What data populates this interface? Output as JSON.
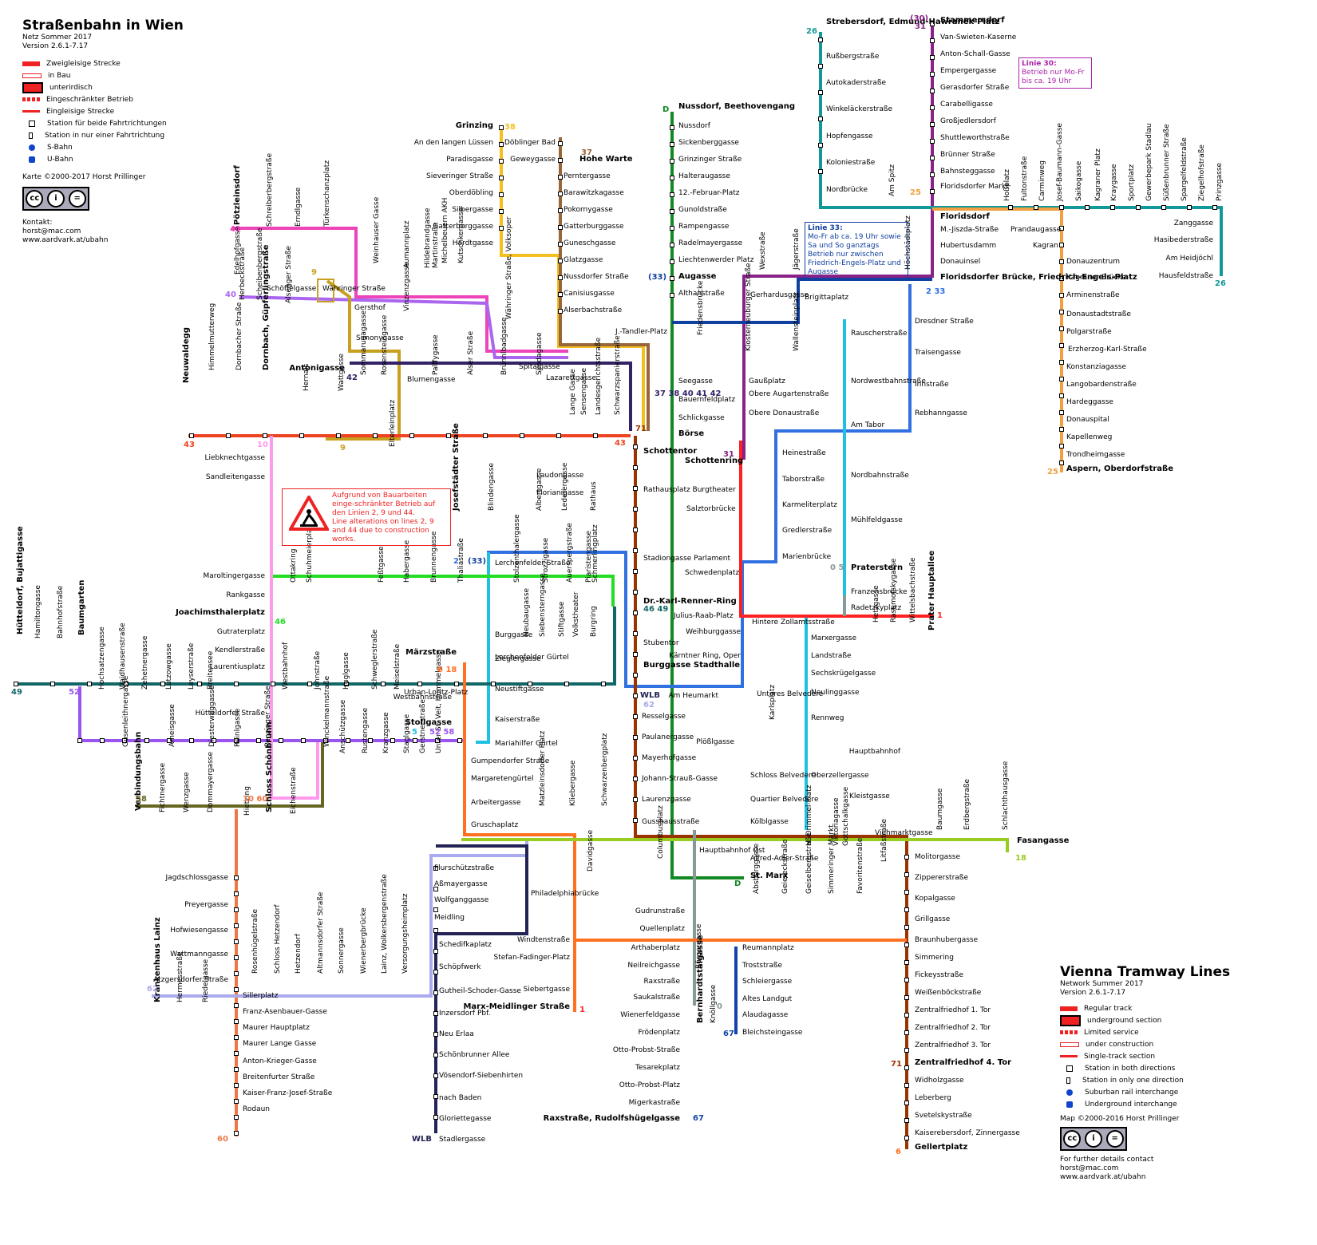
{
  "header": {
    "title": "Straßenbahn in Wien",
    "network": "Netz Sommer 2017",
    "version": "Version 2.6.1-7.17",
    "copyright": "Karte ©2000-2017 Horst Prillinger",
    "contact_label": "Kontakt:",
    "email": "horst@mac.com",
    "url": "www.aardvark.at/ubahn"
  },
  "legend_de": [
    {
      "label": "Zweigleisige Strecke",
      "style": "double"
    },
    {
      "label": "in Bau",
      "style": "construction"
    },
    {
      "label": "unterirdisch",
      "style": "underground"
    },
    {
      "label": "Eingeschränkter Betrieb",
      "style": "limited"
    },
    {
      "label": "Eingleisige Strecke",
      "style": "single"
    },
    {
      "label": "Station für beide Fahrtrichtungen",
      "style": "station-both"
    },
    {
      "label": "Station in nur einer Fahrtrichtung",
      "style": "station-one"
    },
    {
      "label": "S-Bahn",
      "style": "sbahn"
    },
    {
      "label": "U-Bahn",
      "style": "ubahn"
    }
  ],
  "footer": {
    "title": "Vienna Tramway Lines",
    "network": "Network Summer 2017",
    "version": "Version 2.6.1-7.17",
    "copyright": "Map ©2000-2016 Horst Prillinger",
    "details": "For further details contact",
    "email": "horst@mac.com",
    "url": "www.aardvark.at/ubahn"
  },
  "legend_en": [
    {
      "label": "Regular track",
      "style": "double"
    },
    {
      "label": "underground section",
      "style": "underground"
    },
    {
      "label": "Limited service",
      "style": "limited"
    },
    {
      "label": "under construction",
      "style": "construction"
    },
    {
      "label": "Single-track section",
      "style": "single"
    },
    {
      "label": "Station in both directions",
      "style": "station-both"
    },
    {
      "label": "Station in only one direction",
      "style": "station-one"
    },
    {
      "label": "Suburban rail interchange",
      "style": "sbahn"
    },
    {
      "label": "Underground interchange",
      "style": "ubahn"
    }
  ],
  "cc_badge": {
    "by": "BY",
    "nd": "ND"
  },
  "notes": {
    "linie30_title": "Linie 30:",
    "linie30_text": "Betrieb nur Mo-Fr bis ca. 19 Uhr",
    "linie33_title": "Linie 33:",
    "linie33_text": "Mo-Fr ab ca. 19 Uhr sowie Sa und So ganztags Betrieb nur zwischen Friedrich-Engels-Platz und Augasse",
    "construction_de": "Aufgrund von Bauarbeiten einge-schränkter Betrieb auf den Linien 2, 9 und 44.",
    "construction_en": "Line alterations on lines 2, 9 and 44 due to construction works."
  },
  "colors": {
    "l1": "#ff2020",
    "l2": "#3070e0",
    "l5": "#20c0e0",
    "l6": "#ff7020",
    "l9": "#c8a020",
    "l10": "#ff99ee",
    "l18": "#99cc22",
    "l25": "#f0a040",
    "l26": "#119999",
    "l30": "#882288",
    "l31": "#882288",
    "l33": "#1040a0",
    "l37": "#99663a",
    "l38": "#f4c020",
    "l40": "#aa66ee",
    "l41": "#ee44bb",
    "l42": "#332266",
    "l43": "#ee4422",
    "l44": "#333366",
    "l46": "#22dd22",
    "l49": "#116666",
    "l52": "#9955ee",
    "l58": "#666622",
    "l60": "#ee7744",
    "l62": "#aaaaee",
    "l67": "#1144aa",
    "l71": "#993300",
    "lD": "#118822",
    "lO": "#889999",
    "lWLB": "#222255"
  },
  "lines": [
    {
      "id": "41",
      "color_key": "l41"
    },
    {
      "id": "40",
      "color_key": "l40"
    },
    {
      "id": "9",
      "color_key": "l9"
    },
    {
      "id": "42",
      "color_key": "l42"
    },
    {
      "id": "43",
      "color_key": "l43"
    },
    {
      "id": "38",
      "color_key": "l38"
    },
    {
      "id": "37",
      "color_key": "l37"
    },
    {
      "id": "D",
      "color_key": "lD"
    },
    {
      "id": "31",
      "color_key": "l31"
    },
    {
      "id": "26",
      "color_key": "l26"
    },
    {
      "id": "25",
      "color_key": "l25"
    },
    {
      "id": "2",
      "color_key": "l2"
    },
    {
      "id": "33",
      "color_key": "l33"
    },
    {
      "id": "5",
      "color_key": "l5"
    },
    {
      "id": "1",
      "color_key": "l1"
    },
    {
      "id": "O",
      "color_key": "lO"
    },
    {
      "id": "71",
      "color_key": "l71"
    },
    {
      "id": "46",
      "color_key": "l46"
    },
    {
      "id": "49",
      "color_key": "l49"
    },
    {
      "id": "52",
      "color_key": "l52"
    },
    {
      "id": "58",
      "color_key": "l58"
    },
    {
      "id": "10",
      "color_key": "l10"
    },
    {
      "id": "60",
      "color_key": "l60"
    },
    {
      "id": "62",
      "color_key": "l62"
    },
    {
      "id": "6",
      "color_key": "l6"
    },
    {
      "id": "18",
      "color_key": "l18"
    },
    {
      "id": "67",
      "color_key": "l67"
    },
    {
      "id": "WLB",
      "color_key": "lWLB"
    }
  ],
  "line_terminals": [
    {
      "label": "41",
      "color_key": "l41"
    },
    {
      "label": "40",
      "color_key": "l40"
    },
    {
      "label": "9",
      "color_key": "l9"
    },
    {
      "label": "42",
      "color_key": "l42"
    },
    {
      "label": "43",
      "color_key": "l43"
    },
    {
      "label": "38",
      "color_key": "l38"
    },
    {
      "label": "37",
      "color_key": "l37"
    },
    {
      "label": "D",
      "color_key": "lD"
    },
    {
      "label": "(33)",
      "color_key": "l33"
    },
    {
      "label": "26",
      "color_key": "l26"
    },
    {
      "label": "(30)",
      "color_key": "l30"
    },
    {
      "label": "31",
      "color_key": "l31"
    },
    {
      "label": "25",
      "color_key": "l25"
    },
    {
      "label": "2 33",
      "color_key": "l2"
    },
    {
      "label": "26",
      "color_key": "l26"
    },
    {
      "label": "25",
      "color_key": "l25"
    },
    {
      "label": "37 38 40 41 42",
      "color_key": "l42"
    },
    {
      "label": "71",
      "color_key": "l71"
    },
    {
      "label": "31",
      "color_key": "l31"
    },
    {
      "label": "43",
      "color_key": "l43"
    },
    {
      "label": "10",
      "color_key": "l10"
    },
    {
      "label": "9",
      "color_key": "l9"
    },
    {
      "label": "2",
      "color_key": "l2"
    },
    {
      "label": "(33)",
      "color_key": "l33"
    },
    {
      "label": "46",
      "color_key": "l46"
    },
    {
      "label": "46 49",
      "color_key": "l49"
    },
    {
      "label": "49",
      "color_key": "l49"
    },
    {
      "label": "52",
      "color_key": "l52"
    },
    {
      "label": "6 18",
      "color_key": "l6"
    },
    {
      "label": "5",
      "color_key": "l5"
    },
    {
      "label": "52 58",
      "color_key": "l52"
    },
    {
      "label": "0 5",
      "color_key": "lO"
    },
    {
      "label": "1",
      "color_key": "l1"
    },
    {
      "label": "58",
      "color_key": "l58"
    },
    {
      "label": "10 60",
      "color_key": "l60"
    },
    {
      "label": "WLB",
      "color_key": "lWLB"
    },
    {
      "label": "62",
      "color_key": "l62"
    },
    {
      "label": "D",
      "color_key": "lD"
    },
    {
      "label": "18",
      "color_key": "l18"
    },
    {
      "label": "1",
      "color_key": "l1"
    },
    {
      "label": "0",
      "color_key": "lO"
    },
    {
      "label": "67",
      "color_key": "l67"
    },
    {
      "label": "71",
      "color_key": "l71"
    },
    {
      "label": "62",
      "color_key": "l62"
    },
    {
      "label": "60",
      "color_key": "l60"
    },
    {
      "label": "WLB",
      "color_key": "lWLB"
    },
    {
      "label": "67",
      "color_key": "l67"
    },
    {
      "label": "6",
      "color_key": "l6"
    }
  ],
  "stations": [
    "Pötzleinsdorf",
    "Schreiberbergstraße",
    "Erndlgasse",
    "Türkenschanzplatz",
    "Grinzing",
    "An den langen Lüssen",
    "Paradisgasse",
    "Sieveringer Straße",
    "Oberdöbling",
    "Silbergasse",
    "Gatterburggasse",
    "Hardtgasse",
    "Döblinger Bad",
    "Geweygasse",
    "Hohe Warte",
    "Perntergasse",
    "Barawitzkagasse",
    "Pokornygasse",
    "Gatterburggasse",
    "Guneschgasse",
    "Glatzgasse",
    "Nussdorfer Straße",
    "Canisiusgasse",
    "Alserbachstraße",
    "Nussdorf, Beethovengang",
    "Nussdorf",
    "Sickenberggasse",
    "Grinzinger Straße",
    "Halteraugasse",
    "12.-Februar-Platz",
    "Gunoldstraße",
    "Rampengasse",
    "Radelmayergasse",
    "Liechtenwerder Platz",
    "Augasse",
    "Althanstraße",
    "Strebersdorf, Edmund-Hawranek-Platz",
    "Rußbergstraße",
    "Autokaderstraße",
    "Winkeläckerstraße",
    "Hopfengasse",
    "Koloniestraße",
    "Nordbrücke",
    "Am Spitz",
    "Stammersdorf",
    "Van-Swieten-Kaserne",
    "Anton-Schall-Gasse",
    "Empergergasse",
    "Gerasdorfer Straße",
    "Carabelligasse",
    "Großjedlersdorf",
    "Shuttleworthstraße",
    "Brünner Straße",
    "Bahnsteggasse",
    "Floridsdorfer Markt",
    "Floridsdorf",
    "M.-Jiszda-Straße",
    "Hubertusdamm",
    "Donauinsel",
    "Floridsdorfer Brücke, Friedrich-Engels-Platz",
    "Hoßplatz",
    "Fultonstraße",
    "Carminweg",
    "Josef-Baumann-Gasse",
    "Saikogasse",
    "Kagraner Platz",
    "Kraygasse",
    "Sportplatz",
    "Gewerbepark Stadlau",
    "Süßenbrunner Straße",
    "Spargelfeldstraße",
    "Ziegelhofstraße",
    "Prinzgasse",
    "Prandaugasse",
    "Kagran",
    "Donauzentrum",
    "Kagraner Brücke",
    "Arminenstraße",
    "Donaustadtstraße",
    "Polgarstraße",
    "Erzherzog-Karl-Straße",
    "Konstanziagasse",
    "Langobardenstraße",
    "Hardeggasse",
    "Donauspital",
    "Kapellenweg",
    "Trondheimgasse",
    "Aspern, Oberdorfstraße",
    "Zanggasse",
    "Hasibederstraße",
    "Am Heidjöchl",
    "Hausfeldstraße",
    "Wexstraße",
    "Jägerstraße",
    "Höchstädtplatz",
    "Gerhardusgasse",
    "Brigittaplatz",
    "Dresdner Straße",
    "Traisengasse",
    "Innstraße",
    "Rebhanngasse",
    "Rauscherstraße",
    "Nordwestbahnstraße",
    "Am Tabor",
    "Heinestraße",
    "Taborstraße",
    "Karmeliterplatz",
    "Gredlerstraße",
    "Marienbrücke",
    "Nordbahnstraße",
    "Mühlfeldgasse",
    "Praterstern",
    "Franzensbrücke",
    "Radetzkyplatz",
    "Klosterneuburger Straße",
    "Wallensteinplatz",
    "Gaußplatz",
    "Obere Augartenstraße",
    "Obere Donaustraße",
    "Friedensbrücke",
    "Seegasse",
    "Bauernfeldplatz",
    "Schlickgasse",
    "Börse",
    "Schottentor",
    "Schottenring",
    "J.-Tandler-Platz",
    "Spitalgasse",
    "Lazarettgasse",
    "Sensengasse",
    "Lange Gasse",
    "Landesgerichtsstraße",
    "Schwarzspanierstraße",
    "Währinger Straße, Volksoper",
    "Kutschkergasse",
    "Michelbeuern AKH",
    "Hildebrandgasse",
    "Martinstraße",
    "Aumannplatz",
    "Vinzenzgasse",
    "Weinhauser Gasse",
    "Edelhofgasse",
    "Schöffelgasse",
    "Währinger Straße",
    "Herbeckstraße",
    "Scheibenbergstraße",
    "Alsegger Straße",
    "Gersthof",
    "Simonygasse",
    "Antonigasse",
    "Sommarugagasse",
    "Rosensteingasse",
    "Blumengasse",
    "Palffygasse",
    "Alser Straße",
    "Brünnlbadgasse",
    "Skodagasse",
    "Neuwaldegg",
    "Himmelmutterweg",
    "Dornbacher Straße",
    "Dornbach, Güpferlingstraße",
    "Hernals",
    "Wattgasse",
    "Elterleinplatz",
    "Liebknechtgasse",
    "Sandleitengasse",
    "Laudongasse",
    "Florianigasse",
    "Blindengasse",
    "Albertgasse",
    "Lederergasse",
    "Rathaus",
    "Josefstädter Straße",
    "Lerchenfelder Straße",
    "Rathausplatz Burgtheater",
    "Salztorbrücke",
    "Stadiongasse Parlament",
    "Schwedenplatz",
    "Maroltingergasse",
    "Rankgasse",
    "Joachimsthalerplatz",
    "Ottakring",
    "Schuhmeierplatz",
    "Feßtgasse",
    "Habergasse",
    "Brunnengasse",
    "Thaliastraße",
    "Lerchenfelder Gürtel",
    "Stolzenthalergasse",
    "Strozzigasse",
    "Auerspergstraße",
    "Piaristengasse",
    "Schmerlingplatz",
    "Dr.-Karl-Renner-Ring",
    "Julius-Raab-Platz",
    "Hintere Zollamtsstraße",
    "Marxergasse",
    "Landstraße",
    "Sechskrügelgasse",
    "Neulinggasse",
    "Rennweg",
    "Hetzgasse",
    "Rasumofskygasse",
    "Wittelsbachstraße",
    "Prater Hauptallee",
    "Gutraterplatz",
    "Kendlerstraße",
    "Laurentiusplatz",
    "Hütteldorf, Bujattigasse",
    "Hamiltongasse",
    "Bahnhofstraße",
    "Baumgarten",
    "Hochsatzengasse",
    "Waidhausenstraße",
    "Zehetnergasse",
    "Lützowgasse",
    "Leyserstraße",
    "Breitensee",
    "Johnstraße",
    "Huglgasse",
    "Schweglerstraße",
    "Meiselstraße",
    "Urban-Loritz-Platz",
    "Westbahnstraße",
    "Neustiftgasse",
    "Burggasse",
    "Zieglergasse",
    "Neubaugasse",
    "Siebensterngasse",
    "Stiftgasse",
    "Volkstheater",
    "Burgring",
    "Stubentor",
    "Weihburggasse",
    "Kärntner Ring, Oper",
    "Burggasse Stadthalle",
    "Märzstraße",
    "Hütteldorfer Straße",
    "Westbahnhof",
    "Stollgasse",
    "Kaiserstraße",
    "Mariahilfer Gürtel",
    "Gumpendorfer Straße",
    "Margaretengürtel",
    "Arbeitergasse",
    "Gruschaplatz",
    "Gusenleithnergasse",
    "Ameisgasse",
    "Diesterweggasse",
    "Reinlgasse",
    "Penzinger Straße",
    "Winckelmannstraße",
    "Anschützgasse",
    "Rustengasse",
    "Kranzgasse",
    "Staglgasse",
    "Gerstnerstraße",
    "Unter St. Veit, Hummelgasse",
    "Verbindungsbahn",
    "Fichtnergasse",
    "Wenzgasse",
    "Dommayergasse",
    "Hietzing",
    "Schloss Schönbrunn",
    "Eichenstraße",
    "Matzleinsdorfer Platz",
    "Kliebergasse",
    "Schwarzenbergplatz",
    "Am Heumarkt",
    "Unteres Belvedere",
    "Karlsplatz",
    "Resselgasse",
    "Paulanergasse",
    "Mayerhofgasse",
    "Johann-Strauß-Gasse",
    "Laurenzgasse",
    "Gusshausstraße",
    "Plößlgasse",
    "Schloss Belvedere",
    "Quartier Belvedere",
    "Kölblgasse",
    "Oberzellergasse",
    "Kleistgasse",
    "Hauptbahnhof",
    "Hauptbahnhof Ost",
    "Alfred-Adler-Straße",
    "St. Marx",
    "Viehmarktgasse",
    "Baumgasse",
    "Erdbergstraße",
    "Schlachthausgasse",
    "Fasangasse",
    "H.-Drimmel-Platz",
    "Viktoriagasse",
    "Gottschalkgasse",
    "Litfaßstraße",
    "Molitorgasse",
    "Zippererstraße",
    "Kopalgasse",
    "Grillgasse",
    "Braunhubergasse",
    "Simmering",
    "Fickeysstraße",
    "Weißenböckstraße",
    "Zentralfriedhof 1. Tor",
    "Zentralfriedhof 2. Tor",
    "Zentralfriedhof 3. Tor",
    "Zentralfriedhof 4. Tor",
    "Widholzgasse",
    "Leberberg",
    "Svetelskystraße",
    "Kaiserebersdorf, Zinnergasse",
    "Gellertplatz",
    "Absberggasse",
    "Geiereckstraße",
    "Geiselbergstraße",
    "Simmeringer Markt",
    "Favoritenstraße",
    "Reumannplatz",
    "Troststraße",
    "Schleiergasse",
    "Altes Landgut",
    "Alaudagasse",
    "Bleichsteingasse",
    "Columbusplatz",
    "Gudrunstraße",
    "Quellenplatz",
    "Arthaberplatz",
    "Neilreichgasse",
    "Raxstraße",
    "Saukalstraße",
    "Wienerfeldgasse",
    "Frödenplatz",
    "Otto-Probst-Straße",
    "Tesarekplatz",
    "Otto-Probst-Platz",
    "Migerkastraße",
    "Raxstraße, Rudolfshügelgasse",
    "Bürgergasse",
    "Bernhardtstalgasse",
    "Knöllgasse",
    "Davidgasse",
    "Windtenstraße",
    "Stefan-Fadinger-Platz",
    "Siebertgasse",
    "Marx-Meidlinger Straße",
    "Flurschützstraße",
    "Aßmayergasse",
    "Wolfganggasse",
    "Meidling",
    "Philadelphiabrücke",
    "Schedifkaplatz",
    "Schöpfwerk",
    "Gutheil-Schoder-Gasse",
    "Inzersdorf Pbf.",
    "Neu Erlaa",
    "Schönbrunner Allee",
    "Vösendorf-Siebenhirten",
    "nach Baden",
    "Gloriettegasse",
    "Stadlergasse",
    "Jagdschlossgasse",
    "Preyergasse",
    "Hofwiesengasse",
    "Wattmanngasse",
    "Atzgersdorfer Straße",
    "Rosenhügelstraße",
    "Schloss Hetzendorf",
    "Hetzendorf",
    "Altmannsdorfer Straße",
    "Sonnergasse",
    "Wienerbergbrücke",
    "Lainz, Wolkersbergenstraße",
    "Versorgungsheimplatz",
    "Krankenhaus Lainz",
    "Hermesstraße",
    "Riedelgasse",
    "Sillerplatz",
    "Franz-Asenbauer-Gasse",
    "Maurer Hauptplatz",
    "Maurer Lange Gasse",
    "Anton-Krieger-Gasse",
    "Breitenfurter Straße",
    "Kaiser-Franz-Josef-Straße",
    "Rodaun"
  ]
}
